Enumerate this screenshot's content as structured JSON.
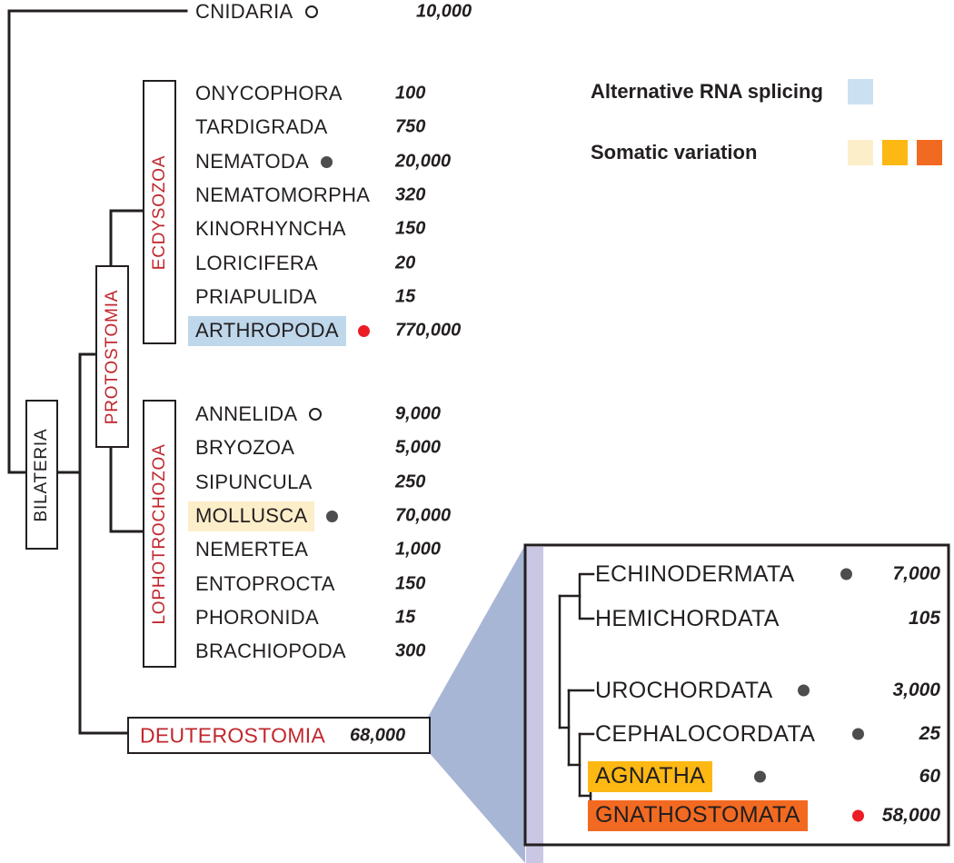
{
  "root_taxon": {
    "name": "CNIDARIA",
    "count": "10,000",
    "marker": "open-circle"
  },
  "legend": {
    "alt_splicing": {
      "label": "Alternative RNA splicing",
      "color": "#cbe1f2"
    },
    "somatic": {
      "label": "Somatic variation",
      "colors": [
        "#fdeeca",
        "#fdb813",
        "#f26a21"
      ]
    }
  },
  "clades": {
    "bilateria": {
      "label": "BILATERIA"
    },
    "protostomia": {
      "label": "PROTOSTOMIA"
    },
    "ecdysozoa": {
      "label": "ECDYSOZOA"
    },
    "lophotrochozoa": {
      "label": "LOPHOTROCHOZOA"
    },
    "deuterostomia": {
      "label": "DEUTEROSTOMIA",
      "count": "68,000"
    }
  },
  "ecdysozoa_taxa": [
    {
      "name": "ONYCOPHORA",
      "count": "100"
    },
    {
      "name": "TARDIGRADA",
      "count": "750"
    },
    {
      "name": "NEMATODA",
      "count": "20,000",
      "marker": "gray-dot"
    },
    {
      "name": "NEMATOMORPHA",
      "count": "320"
    },
    {
      "name": "KINORHYNCHA",
      "count": "150"
    },
    {
      "name": "LORICIFERA",
      "count": "20"
    },
    {
      "name": "PRIAPULIDA",
      "count": "15"
    },
    {
      "name": "ARTHROPODA",
      "count": "770,000",
      "marker": "red-dot",
      "highlight": "#bed7eb"
    }
  ],
  "lophotrochozoa_taxa": [
    {
      "name": "ANNELIDA",
      "count": "9,000",
      "marker": "open-circle"
    },
    {
      "name": "BRYOZOA",
      "count": "5,000"
    },
    {
      "name": "SIPUNCULA",
      "count": "250"
    },
    {
      "name": "MOLLUSCA",
      "count": "70,000",
      "marker": "gray-dot",
      "highlight": "#fdeeca"
    },
    {
      "name": "NEMERTEA",
      "count": "1,000"
    },
    {
      "name": "ENTOPROCTA",
      "count": "150"
    },
    {
      "name": "PHORONIDA",
      "count": "15"
    },
    {
      "name": "BRACHIOPODA",
      "count": "300"
    }
  ],
  "deuterostomia_taxa": [
    {
      "name": "ECHINODERMATA",
      "count": "7,000",
      "marker": "gray-dot"
    },
    {
      "name": "HEMICHORDATA",
      "count": "105"
    },
    {
      "name": "UROCHORDATA",
      "count": "3,000",
      "marker": "gray-dot"
    },
    {
      "name": "CEPHALOCORDATA",
      "count": "25",
      "marker": "gray-dot"
    },
    {
      "name": "AGNATHA",
      "count": "60",
      "marker": "gray-dot",
      "highlight": "#fdb813"
    },
    {
      "name": "GNATHOSTOMATA",
      "count": "58,000",
      "marker": "red-dot",
      "highlight": "#f26a21"
    }
  ]
}
